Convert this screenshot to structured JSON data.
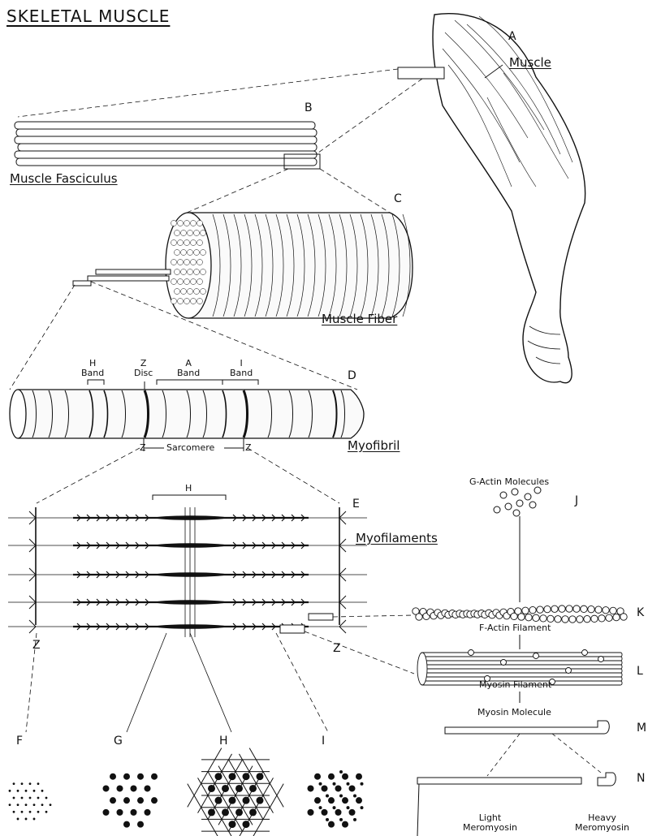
{
  "title": "SKELETAL MUSCLE",
  "letters": {
    "A": "A",
    "B": "B",
    "C": "C",
    "D": "D",
    "E": "E",
    "F": "F",
    "G": "G",
    "H": "H",
    "I": "I",
    "J": "J",
    "K": "K",
    "L": "L",
    "M": "M",
    "N": "N"
  },
  "labels": {
    "muscle": "Muscle",
    "fasciculus": "Muscle Fasciculus",
    "fiber": "Muscle Fiber",
    "myofibril": "Myofibril",
    "myofilaments": "Myofilaments",
    "h_band": "H\nBand",
    "z_disc": "Z\nDisc",
    "a_band": "A\nBand",
    "i_band": "I\nBand",
    "sarcomere": "Sarcomere",
    "z": "Z",
    "h": "H",
    "g_actin": "G-Actin Molecules",
    "f_actin": "F-Actin Filament",
    "myosin_filament": "Myosin Filament",
    "myosin_molecule": "Myosin Molecule",
    "light_meromyosin": "Light\nMeromyosin",
    "heavy_meromyosin": "Heavy\nMeromyosin"
  }
}
